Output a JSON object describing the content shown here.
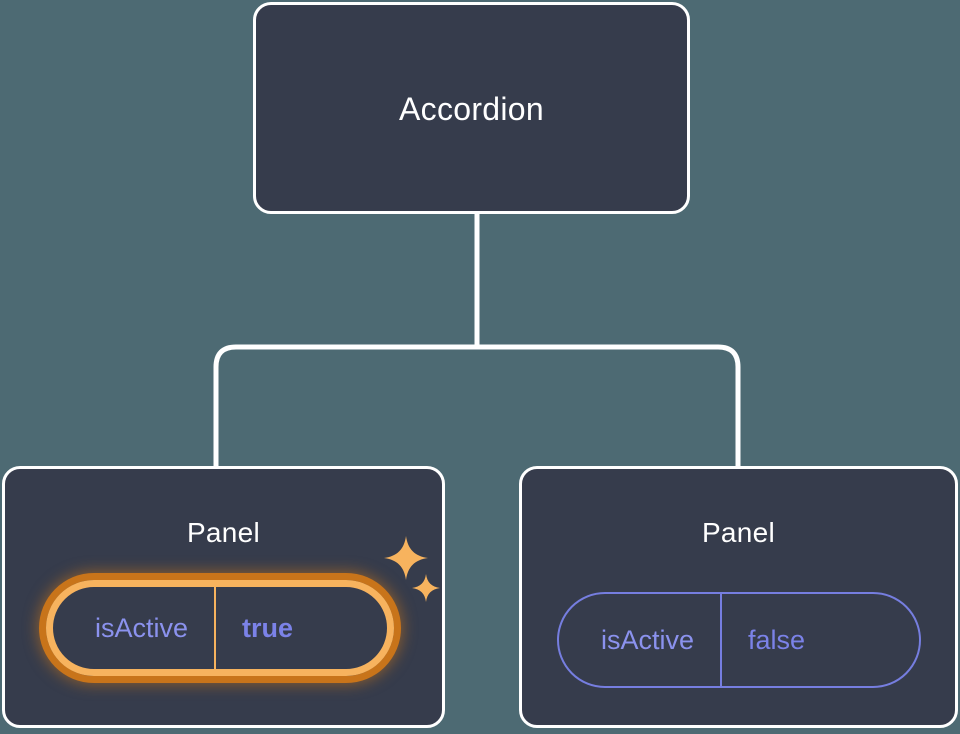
{
  "canvas": {
    "background_color": "#4d6a73",
    "card_fill_color": "#363c4c",
    "card_border_color": "#ffffff",
    "connector_color": "#ffffff",
    "accent_purple": "#8b92ee",
    "accent_orange": "#f7b35e",
    "accent_orange_glow": "#c8741a"
  },
  "tree": {
    "root": {
      "label": "Accordion"
    },
    "children": [
      {
        "label": "Panel",
        "highlighted": true,
        "prop": {
          "key": "isActive",
          "value": "true"
        },
        "sparkles": [
          "sparkle-large-icon",
          "sparkle-small-icon"
        ]
      },
      {
        "label": "Panel",
        "highlighted": false,
        "prop": {
          "key": "isActive",
          "value": "false"
        }
      }
    ]
  }
}
